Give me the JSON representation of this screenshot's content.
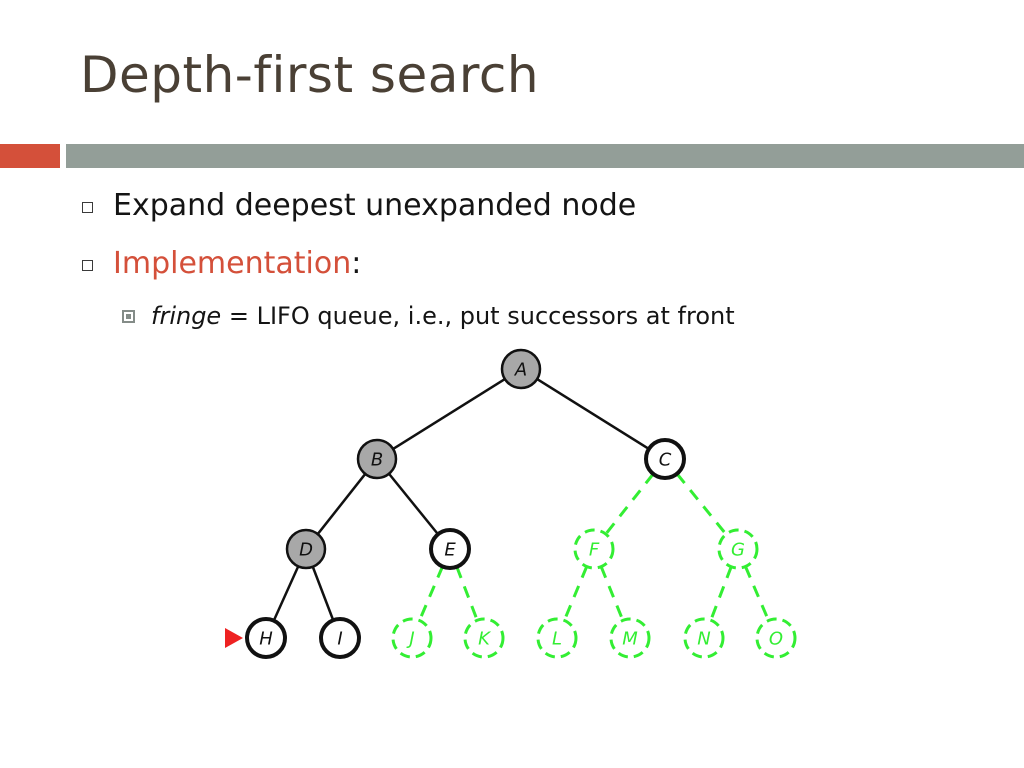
{
  "slide": {
    "title": "Depth-first search",
    "bullets": [
      {
        "text": "Expand deepest unexpanded node"
      },
      {
        "text": "Implementation",
        "suffix": ":"
      }
    ],
    "sub_bullet": {
      "italic_term": "fringe",
      "rest": " = LIFO queue, i.e., put successors at front"
    }
  },
  "tree": {
    "colors": {
      "expanded_fill": "#a8a8a8",
      "stroke": "#111111",
      "unexplored": "#33ee33",
      "pointer": "#ee2222"
    },
    "nodes": [
      {
        "id": "A",
        "label": "A",
        "state": "expanded"
      },
      {
        "id": "B",
        "label": "B",
        "state": "expanded"
      },
      {
        "id": "C",
        "label": "C",
        "state": "fringe"
      },
      {
        "id": "D",
        "label": "D",
        "state": "expanded"
      },
      {
        "id": "E",
        "label": "E",
        "state": "fringe"
      },
      {
        "id": "F",
        "label": "F",
        "state": "unexplored"
      },
      {
        "id": "G",
        "label": "G",
        "state": "unexplored"
      },
      {
        "id": "H",
        "label": "H",
        "state": "fringe",
        "current": true
      },
      {
        "id": "I",
        "label": "I",
        "state": "fringe"
      },
      {
        "id": "J",
        "label": "J",
        "state": "unexplored"
      },
      {
        "id": "K",
        "label": "K",
        "state": "unexplored"
      },
      {
        "id": "L",
        "label": "L",
        "state": "unexplored"
      },
      {
        "id": "M",
        "label": "M",
        "state": "unexplored"
      },
      {
        "id": "N",
        "label": "N",
        "state": "unexplored"
      },
      {
        "id": "O",
        "label": "O",
        "state": "unexplored"
      }
    ],
    "edges": [
      {
        "from": "A",
        "to": "B",
        "style": "solid"
      },
      {
        "from": "A",
        "to": "C",
        "style": "solid"
      },
      {
        "from": "B",
        "to": "D",
        "style": "solid"
      },
      {
        "from": "B",
        "to": "E",
        "style": "solid"
      },
      {
        "from": "C",
        "to": "F",
        "style": "dashed"
      },
      {
        "from": "C",
        "to": "G",
        "style": "dashed"
      },
      {
        "from": "D",
        "to": "H",
        "style": "solid"
      },
      {
        "from": "D",
        "to": "I",
        "style": "solid"
      },
      {
        "from": "E",
        "to": "J",
        "style": "dashed"
      },
      {
        "from": "E",
        "to": "K",
        "style": "dashed"
      },
      {
        "from": "F",
        "to": "L",
        "style": "dashed"
      },
      {
        "from": "F",
        "to": "M",
        "style": "dashed"
      },
      {
        "from": "G",
        "to": "N",
        "style": "dashed"
      },
      {
        "from": "G",
        "to": "O",
        "style": "dashed"
      }
    ]
  }
}
